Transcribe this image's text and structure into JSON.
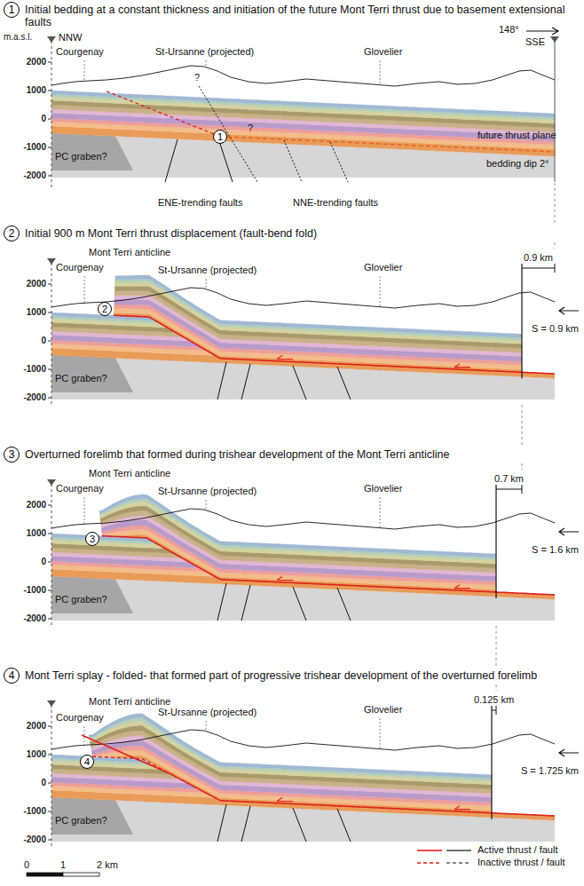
{
  "diagram": {
    "nodes": [
      {
        "text": [
          "1"
        ]
      },
      {
        "text": [
          "1"
        ]
      },
      {
        "text": [
          "2"
        ]
      },
      {
        "text": [
          "2"
        ]
      },
      {
        "text": [
          "3"
        ]
      },
      {
        "text": [
          "3"
        ]
      },
      {
        "text": [
          "4"
        ]
      },
      {
        "text": [
          "4"
        ]
      }
    ],
    "labels": [
      "Initial bedding at a constant thickness and initiation of the future Mont Terri thrust due to basement extensional faults",
      "m.a.s.l.",
      "NNW",
      "148°",
      "SSE",
      "2000",
      "1000",
      "0",
      "-1000",
      "-2000",
      "Courgenay",
      "St-Ursanne (projected)",
      "Glovelier",
      "?",
      "?",
      "future thrust plane",
      "bedding dip 2°",
      "PC graben?",
      "ENE-trending faults",
      "NNE-trending faults",
      "Initial 900 m Mont Terri thrust displacement (fault-bend fold)",
      "2000",
      "1000",
      "0",
      "-1000",
      "-2000",
      "Courgenay",
      "Mont Terri anticline",
      "St-Ursanne (projected)",
      "Glovelier",
      "0.9 km",
      "S = 0.9 km",
      "PC graben?",
      "Overturned forelimb that formed during trishear development of the Mont Terri anticline",
      "2000",
      "1000",
      "0",
      "-1000",
      "-2000",
      "Courgenay",
      "Mont Terri anticline",
      "St-Ursanne (projected)",
      "Glovelier",
      "0.7 km",
      "S = 1.6 km",
      "PC graben?",
      "Mont Terri splay - folded- that formed part of progressive trishear development of the overturned forelimb",
      "2000",
      "1000",
      "0",
      "-1000",
      "-2000",
      "Courgenay",
      "Mont Terri anticline",
      "St-Ursanne (projected)",
      "Glovelier",
      "0.125 km",
      "S = 1.725 km",
      "PC graben?",
      "0",
      "1",
      "2 km"
    ],
    "legend": [
      {
        "text": "Active thrust / fault"
      },
      {
        "text": "Inactive thrust / fault"
      }
    ]
  }
}
